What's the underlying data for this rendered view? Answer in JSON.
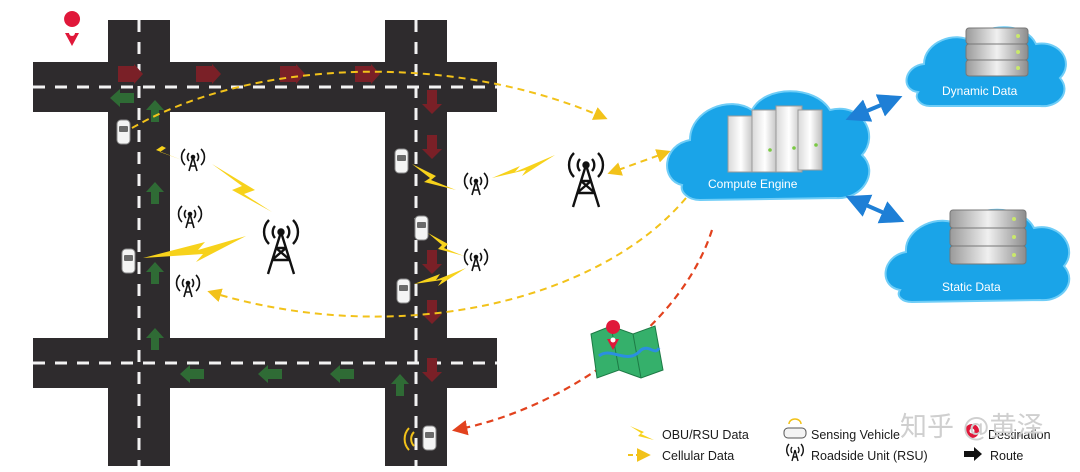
{
  "clouds": {
    "compute": "Compute Engine",
    "dynamic": "Dynamic Data",
    "static": "Static Data"
  },
  "legend": {
    "obu_rsu_data": "OBU/RSU Data",
    "cellular_data": "Cellular Data",
    "sensing_vehicle": "Sensing Vehicle",
    "roadside_unit": "Roadside Unit (RSU)",
    "destination": "Destination",
    "route": "Route"
  },
  "watermark": "知乎 @黄泽",
  "colors": {
    "road": "#2e2b2d",
    "lane_marking": "#f2f2f2",
    "cloud": "#1aa4e8",
    "cloud_edge": "#6fcdf7",
    "link_arrow": "#1e7fd6",
    "cellular_dash": "#f2c21a",
    "route_dash": "#e2421e",
    "route_arrow_green": "#2f6b35",
    "traffic_red": "#7a2027",
    "pin": "#e0183a"
  }
}
